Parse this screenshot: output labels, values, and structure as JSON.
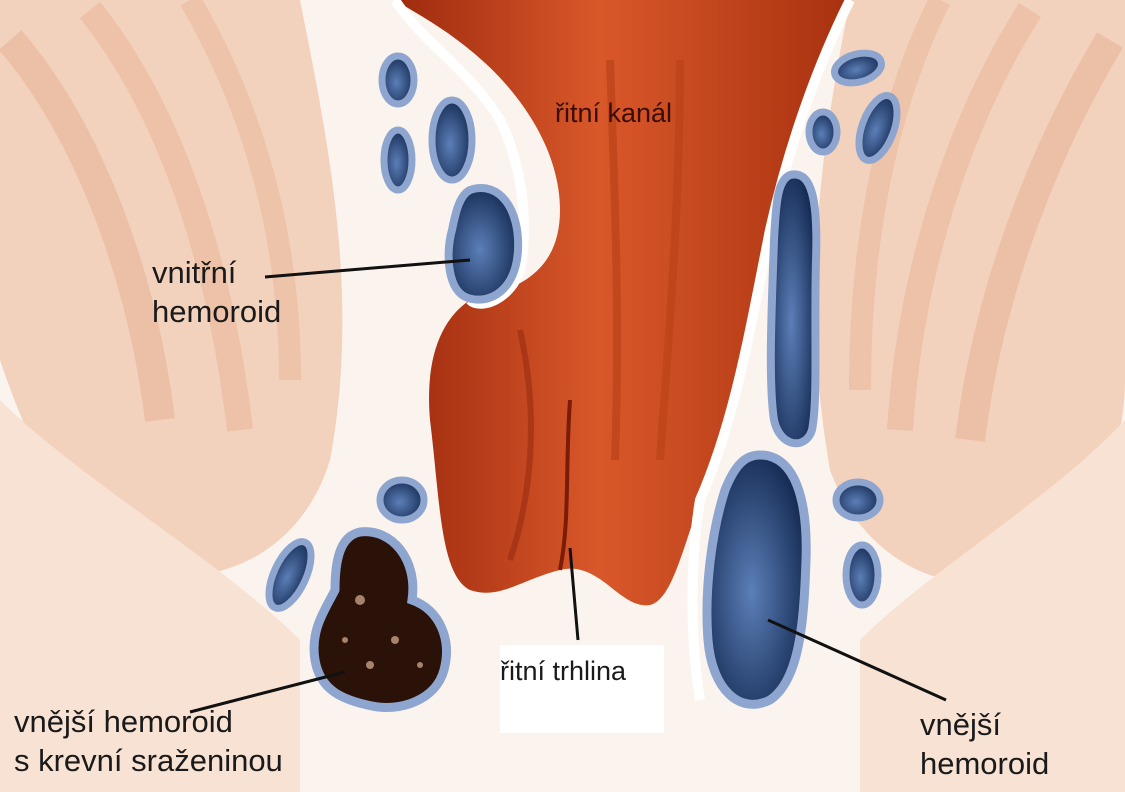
{
  "labels": {
    "anal_canal": "řitní kanál",
    "internal_hemorrhoid": [
      "vnitřní",
      "hemoroid"
    ],
    "anal_fissure": "řitní trhlina",
    "thrombosed_external": [
      "vnější hemoroid",
      "s krevní sraženinou"
    ],
    "external_hemorrhoid": [
      "vnější",
      "hemoroid"
    ]
  },
  "colors": {
    "background": "#fbf4ee",
    "muscle": "#f1c3a8",
    "mucosa": "#c8461f",
    "mucosa_dark": "#9e2a0e",
    "vein_fill": "#1f3a66",
    "vein_wall": "#8ea6cf",
    "clot": "#2a1208",
    "label": "#1a1a1a"
  }
}
